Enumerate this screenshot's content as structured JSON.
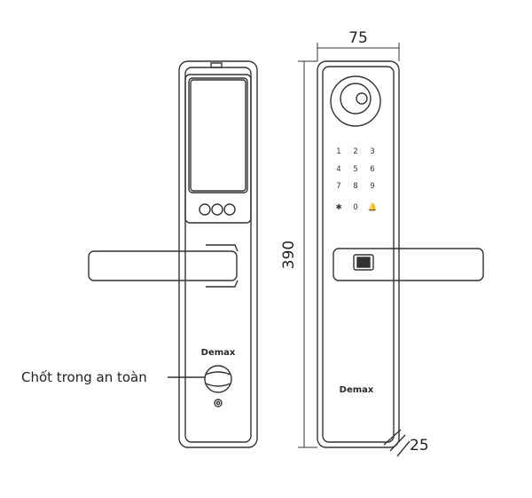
{
  "dimensions": {
    "width": "75",
    "height": "390",
    "depth": "25"
  },
  "labels": {
    "callout": "Chốt trong an toàn",
    "brand_back": "Demax",
    "brand_front": "Demax"
  },
  "keypad": {
    "keys": [
      "1",
      "2",
      "3",
      "4",
      "5",
      "6",
      "7",
      "8",
      "9",
      "✱",
      "0",
      "🔔"
    ]
  },
  "colors": {
    "stroke": "#333333",
    "background": "#ffffff",
    "brand_accent": "#2a2a2a"
  }
}
